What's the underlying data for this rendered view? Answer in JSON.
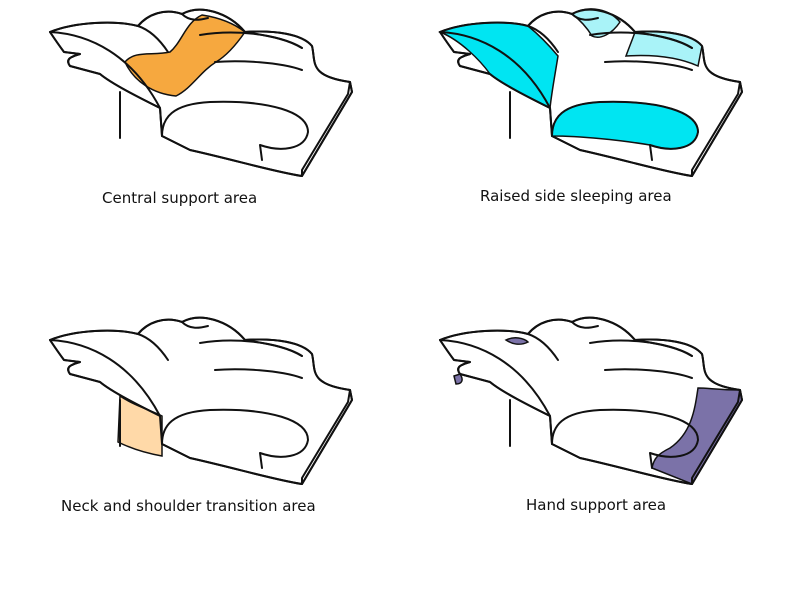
{
  "panels": [
    {
      "label": "Central support area",
      "highlight": "central",
      "colors": [
        "#F6A83F"
      ]
    },
    {
      "label": "Raised side sleeping area",
      "highlight": "raised-side",
      "colors": [
        "#00E5F2",
        "#A9F3F8"
      ]
    },
    {
      "label": "Neck and shoulder transition area",
      "highlight": "neck-shoulder",
      "colors": [
        "#FFD9A8"
      ]
    },
    {
      "label": "Hand support area",
      "highlight": "hand",
      "colors": [
        "#7B72A8"
      ]
    }
  ]
}
